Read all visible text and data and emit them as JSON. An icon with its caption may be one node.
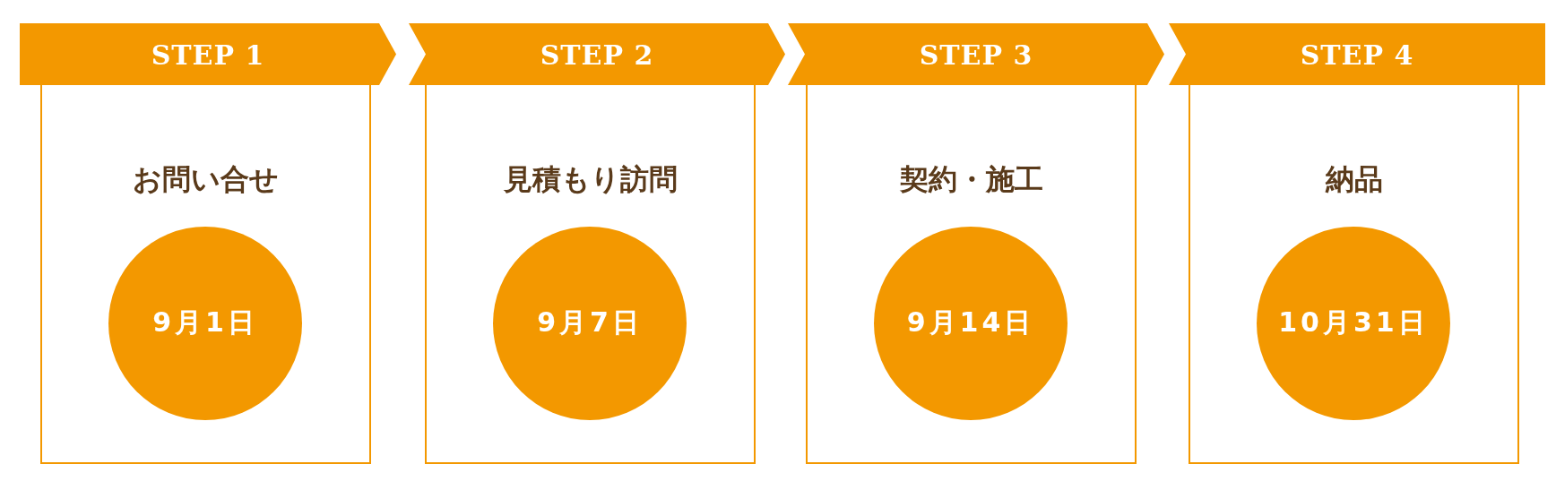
{
  "diagram": {
    "nodes": [
      {
        "text": [
          "STEP 1",
          "お問い合せ"
        ]
      },
      {
        "text": [
          "9月1日"
        ],
        "in": 0
      },
      {
        "text": [
          "STEP 2",
          "見積もり訪問"
        ]
      },
      {
        "text": [
          "9月7日"
        ],
        "in": 2
      },
      {
        "text": [
          "STEP 3",
          "契約・施工"
        ]
      },
      {
        "text": [
          "9月14日"
        ],
        "in": 4
      },
      {
        "text": [
          "STEP 4",
          "納品"
        ]
      },
      {
        "text": [
          "10月31日"
        ],
        "in": 6
      }
    ]
  }
}
